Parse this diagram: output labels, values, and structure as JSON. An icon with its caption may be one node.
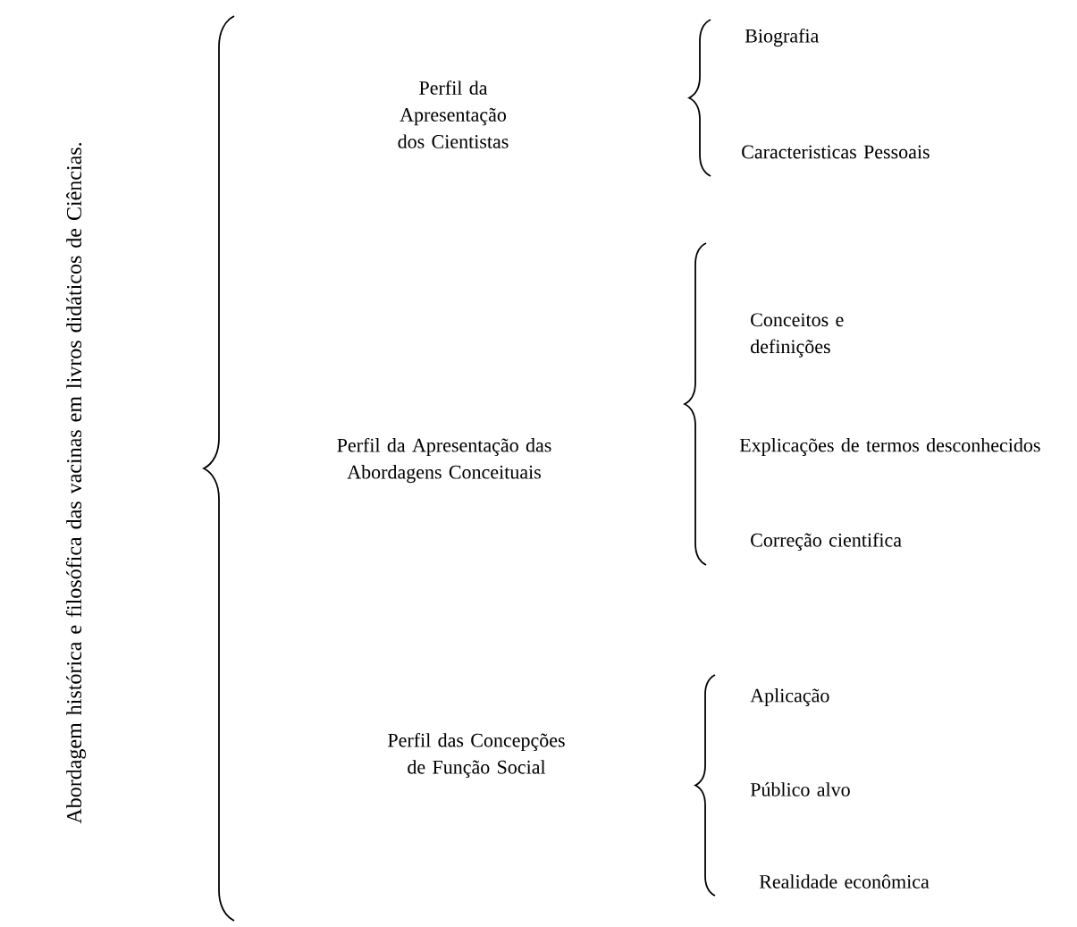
{
  "diagram": {
    "nodes": [
      {
        "text": [
          "Abordagem histórica e filosófica das vacinas em livros didáticos de Ciências."
        ]
      },
      {
        "text": [
          "Perfil da Apresentação dos Cientistas"
        ]
      },
      {
        "text": [
          "Biografia"
        ]
      },
      {
        "text": [
          "Caracteristicas Pessoais"
        ]
      },
      {
        "text": [
          "Perfil da Apresentação das Abordagens Conceituais"
        ]
      },
      {
        "text": [
          "Conceitos e definições"
        ]
      },
      {
        "text": [
          "Explicações de termos desconhecidos"
        ]
      },
      {
        "text": [
          "Correção cientifica"
        ]
      },
      {
        "text": [
          "Perfil das Concepções de Função Social"
        ]
      },
      {
        "text": [
          "Aplicação"
        ]
      },
      {
        "text": [
          "Público alvo"
        ]
      },
      {
        "text": [
          "Realidade econômica"
        ]
      }
    ]
  }
}
